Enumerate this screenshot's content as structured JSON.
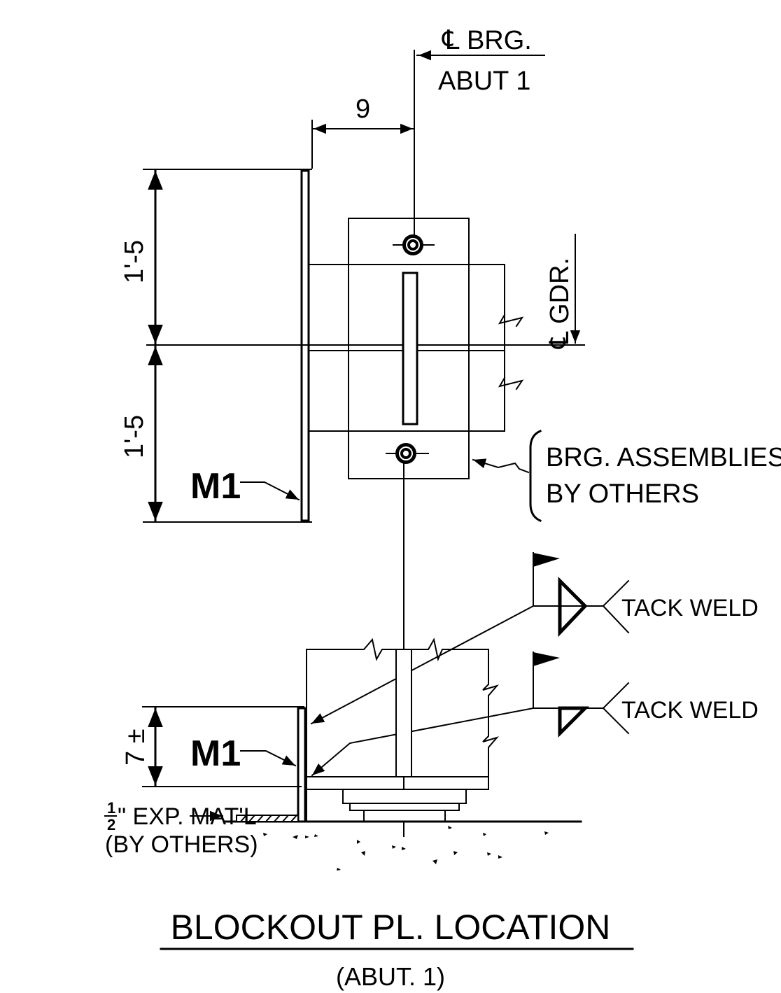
{
  "labels": {
    "brg_cl": "℄ BRG.",
    "abut": "ABUT 1",
    "dim_9": "9",
    "dim_top": "1'-5",
    "dim_bottom": "1'-5",
    "gdr_cl": "℄ GDR.",
    "m1_upper": "M1",
    "m1_lower": "M1",
    "brg_assemblies_1": "BRG. ASSEMBLIES",
    "brg_assemblies_2": "BY OTHERS",
    "tack_weld_1": "TACK WELD",
    "tack_weld_2": "TACK WELD",
    "dim_7": "7 ±",
    "exp_fraction_num": "1",
    "exp_fraction_den": "2",
    "exp_mat_1": "\" EXP. MAT'L",
    "exp_mat_2": "(BY OTHERS)",
    "title": "BLOCKOUT PL. LOCATION",
    "subtitle": "(ABUT. 1)"
  }
}
